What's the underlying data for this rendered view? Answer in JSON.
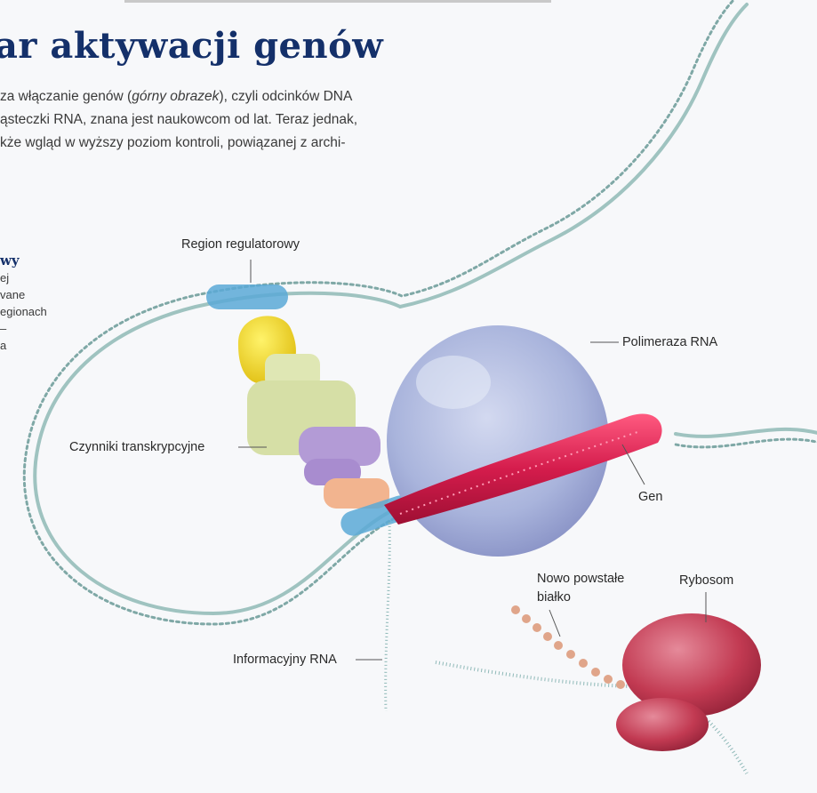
{
  "heading": {
    "title": "ar aktywacji genów"
  },
  "intro": {
    "line1_a": "za włączanie genów (",
    "line1_em": "górny obrazek",
    "line1_b": "), czyli odcinków DNA",
    "line2": "ąsteczki RNA, znana jest naukowcom od lat. Teraz jednak,",
    "line3": "kże wgląd w wyższy poziom kontroli, powiązanej z archi-"
  },
  "side_text": {
    "heading": "wy",
    "lines": [
      "ej",
      "vane",
      "egionach",
      "–",
      "a"
    ]
  },
  "labels": {
    "region_regulatorowy": "Region regulatorowy",
    "polimeraza_rna": "Polimeraza RNA",
    "czynniki_transkrypcyjne": "Czynniki transkrypcyjne",
    "gen": "Gen",
    "nowo_powstale_bialko_1": "Nowo powstałe",
    "nowo_powstale_bialko_2": "białko",
    "rybosom": "Rybosom",
    "informacyjny_rna": "Informacyjny RNA"
  },
  "colors": {
    "dna": "#a9c8c6",
    "regulatory_region": "#5aa9d6",
    "polymerase": "#a9b4dc",
    "gene": "#d41c4c",
    "factor_yellow": "#f1d623",
    "factor_green": "#d6dfa6",
    "factor_purple": "#b39bd6",
    "factor_peach": "#f2b48f",
    "ribosome": "#c23a52",
    "protein": "#e0a58a",
    "title": "#14306a"
  }
}
